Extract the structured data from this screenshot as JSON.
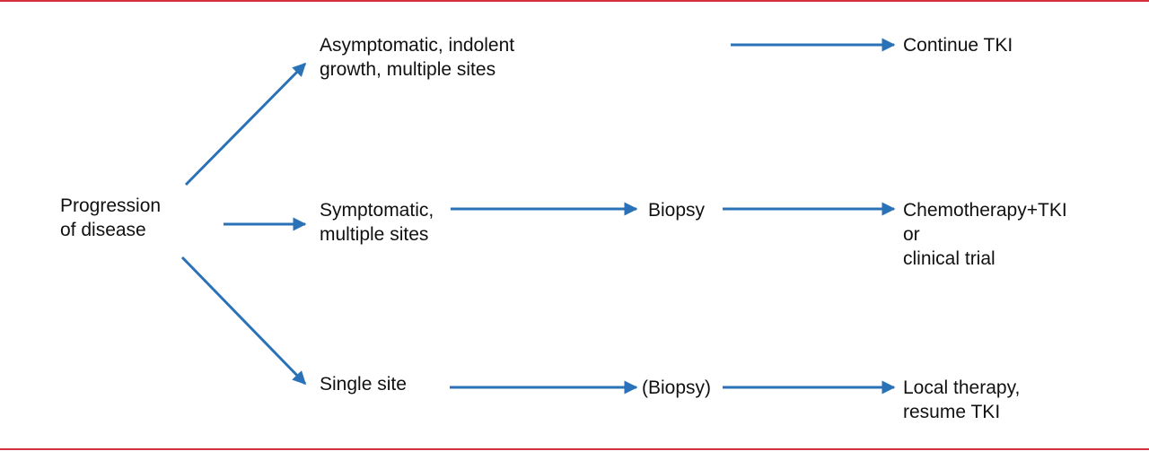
{
  "colors": {
    "arrow": "#2a72b8",
    "border": "#d32f3c",
    "text": "#111111"
  },
  "nodes": {
    "progression": [
      "Progression",
      "of disease"
    ],
    "asymptomatic": [
      "Asymptomatic, indolent",
      "growth, multiple sites"
    ],
    "symptomatic": [
      "Symptomatic,",
      "multiple sites"
    ],
    "single_site": [
      "Single site"
    ],
    "biopsy": [
      "Biopsy"
    ],
    "biopsy_optional": [
      "(Biopsy)"
    ],
    "continue_tki": [
      "Continue TKI"
    ],
    "chemo_tki": [
      "Chemotherapy+TKI",
      "or",
      "clinical trial"
    ],
    "local_therapy": [
      "Local therapy,",
      "resume TKI"
    ]
  }
}
